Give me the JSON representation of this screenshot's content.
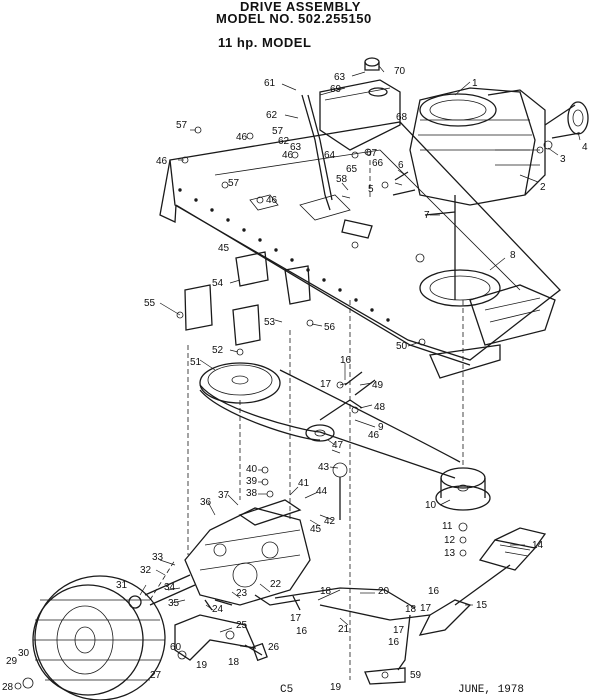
{
  "header": {
    "line1": "DRIVE ASSEMBLY",
    "line2": "MODEL NO. 502.255150",
    "line3": "11 hp. MODEL"
  },
  "footer": {
    "page_code": "C5",
    "date": "JUNE, 1978"
  },
  "callouts": [
    "1",
    "2",
    "3",
    "4",
    "5",
    "6",
    "7",
    "8",
    "9",
    "10",
    "11",
    "12",
    "13",
    "14",
    "15",
    "16",
    "17",
    "18",
    "19",
    "20",
    "21",
    "22",
    "23",
    "24",
    "25",
    "26",
    "27",
    "28",
    "29",
    "30",
    "31",
    "32",
    "33",
    "34",
    "35",
    "36",
    "37",
    "38",
    "39",
    "40",
    "41",
    "42",
    "43",
    "44",
    "45",
    "46",
    "47",
    "48",
    "49",
    "50",
    "51",
    "52",
    "53",
    "54",
    "55",
    "56",
    "57",
    "58",
    "59",
    "60",
    "61",
    "62",
    "63",
    "64",
    "65",
    "66",
    "67",
    "68",
    "69",
    "70"
  ]
}
